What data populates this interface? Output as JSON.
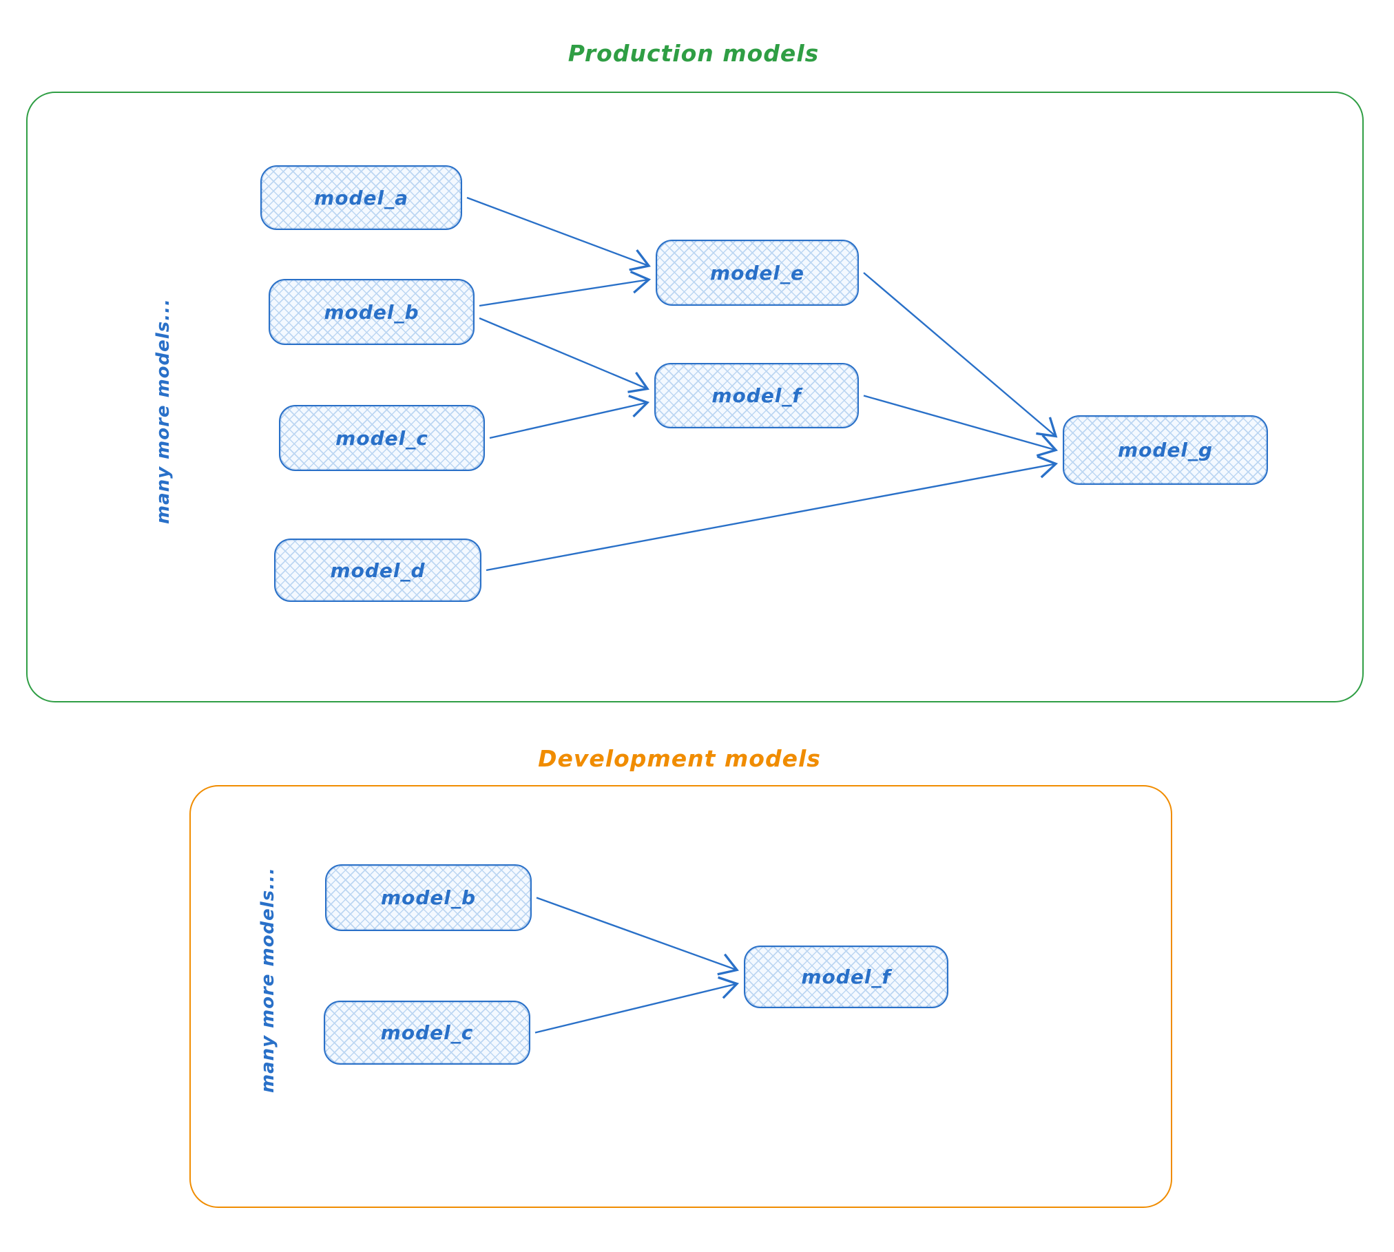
{
  "colors": {
    "node_stroke": "#2970c8",
    "node_fill_base": "#f4f9ff",
    "node_hatch": "#bcd6f2",
    "arrow": "#2970c8",
    "production_accent": "#2f9e44",
    "development_accent": "#f08c00"
  },
  "production": {
    "title": "Production models",
    "side_label": "many more models...",
    "nodes": [
      {
        "id": "model_a",
        "label": "model_a"
      },
      {
        "id": "model_b",
        "label": "model_b"
      },
      {
        "id": "model_c",
        "label": "model_c"
      },
      {
        "id": "model_d",
        "label": "model_d"
      },
      {
        "id": "model_e",
        "label": "model_e"
      },
      {
        "id": "model_f",
        "label": "model_f"
      },
      {
        "id": "model_g",
        "label": "model_g"
      }
    ],
    "edges": [
      [
        "model_a",
        "model_e"
      ],
      [
        "model_b",
        "model_e"
      ],
      [
        "model_b",
        "model_f"
      ],
      [
        "model_c",
        "model_f"
      ],
      [
        "model_e",
        "model_g"
      ],
      [
        "model_f",
        "model_g"
      ],
      [
        "model_d",
        "model_g"
      ]
    ]
  },
  "development": {
    "title": "Development models",
    "side_label": "many more models...",
    "nodes": [
      {
        "id": "model_b",
        "label": "model_b"
      },
      {
        "id": "model_c",
        "label": "model_c"
      },
      {
        "id": "model_f",
        "label": "model_f"
      }
    ],
    "edges": [
      [
        "model_b",
        "model_f"
      ],
      [
        "model_c",
        "model_f"
      ]
    ]
  }
}
